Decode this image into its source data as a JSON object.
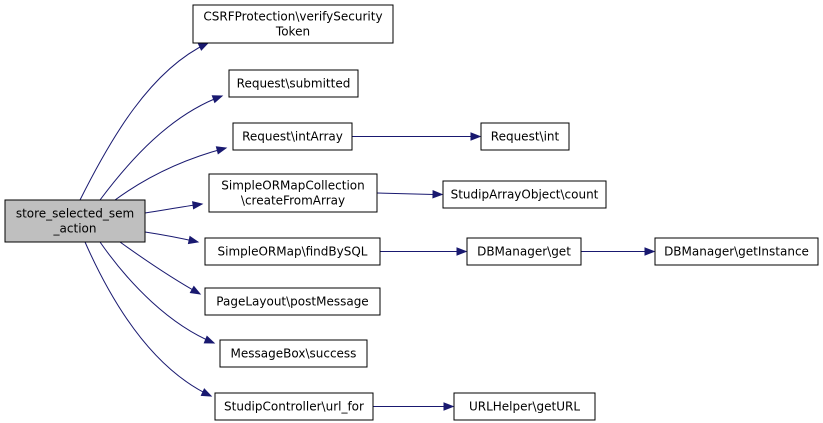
{
  "nodes": [
    {
      "id": "root",
      "lines": [
        "store_selected_sem",
        "_action"
      ],
      "root": true
    },
    {
      "id": "csrf",
      "lines": [
        "CSRFProtection\\verifySecurity",
        "Token"
      ]
    },
    {
      "id": "submitted",
      "lines": [
        "Request\\submitted"
      ]
    },
    {
      "id": "intarray",
      "lines": [
        "Request\\intArray"
      ]
    },
    {
      "id": "int",
      "lines": [
        "Request\\int"
      ]
    },
    {
      "id": "createfromarray",
      "lines": [
        "SimpleORMapCollection",
        "\\createFromArray"
      ]
    },
    {
      "id": "count",
      "lines": [
        "StudipArrayObject\\count"
      ]
    },
    {
      "id": "findbysql",
      "lines": [
        "SimpleORMap\\findBySQL"
      ]
    },
    {
      "id": "dbget",
      "lines": [
        "DBManager\\get"
      ]
    },
    {
      "id": "getinstance",
      "lines": [
        "DBManager\\getInstance"
      ]
    },
    {
      "id": "postmessage",
      "lines": [
        "PageLayout\\postMessage"
      ]
    },
    {
      "id": "success",
      "lines": [
        "MessageBox\\success"
      ]
    },
    {
      "id": "urlfor",
      "lines": [
        "StudipController\\url_for"
      ]
    },
    {
      "id": "geturl",
      "lines": [
        "URLHelper\\getURL"
      ]
    }
  ],
  "edges": [
    {
      "from": "root",
      "to": "csrf"
    },
    {
      "from": "root",
      "to": "submitted"
    },
    {
      "from": "root",
      "to": "intarray"
    },
    {
      "from": "intarray",
      "to": "int"
    },
    {
      "from": "root",
      "to": "createfromarray"
    },
    {
      "from": "createfromarray",
      "to": "count"
    },
    {
      "from": "root",
      "to": "findbysql"
    },
    {
      "from": "findbysql",
      "to": "dbget"
    },
    {
      "from": "dbget",
      "to": "getinstance"
    },
    {
      "from": "root",
      "to": "postmessage"
    },
    {
      "from": "root",
      "to": "success"
    },
    {
      "from": "root",
      "to": "urlfor"
    },
    {
      "from": "urlfor",
      "to": "geturl"
    }
  ]
}
